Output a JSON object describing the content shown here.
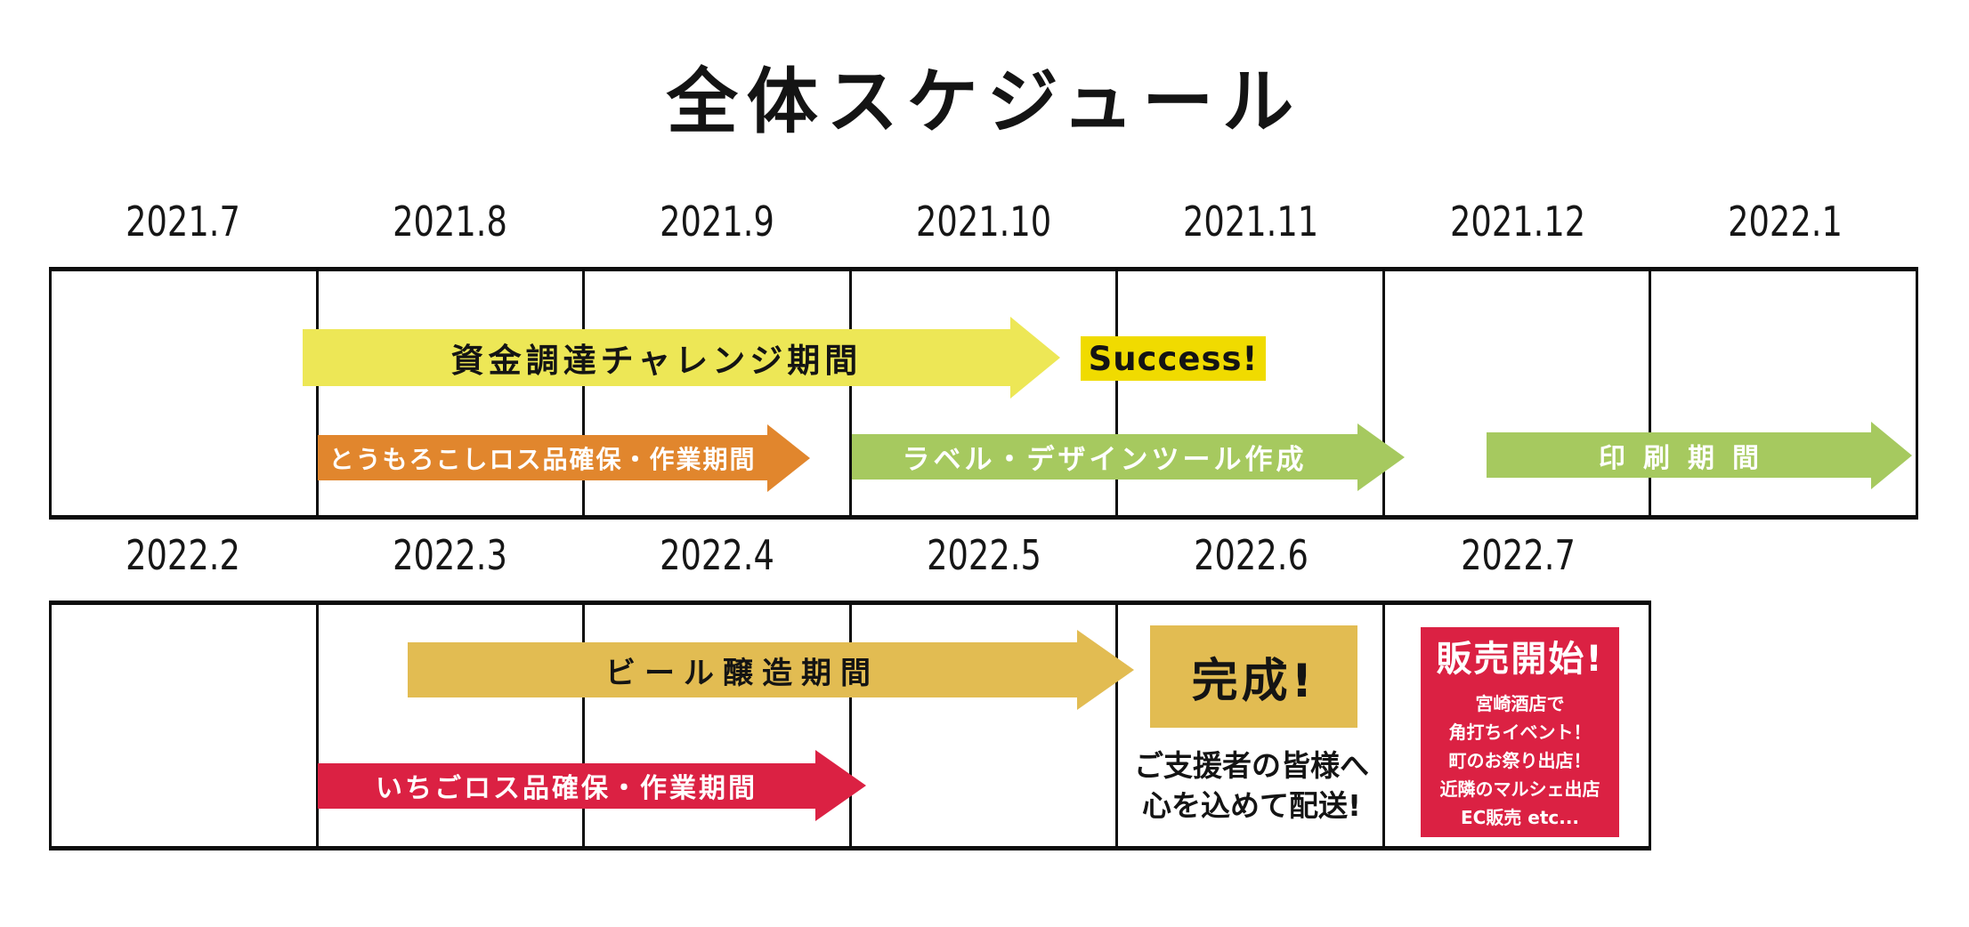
{
  "title": "全体スケジュール",
  "colors": {
    "pale_yellow_arrow": "#EDE756",
    "bright_yellow_badge": "#F0DB00",
    "orange_arrow": "#E1862D",
    "green_arrow": "#A6C95F",
    "gold_arrow_and_badge": "#E2BC52",
    "red_arrow_and_card": "#DB2143",
    "text_dark": "#141414",
    "text_light": "#FFFFFF",
    "grid_border": "#0D0D0D"
  },
  "timeline1": {
    "months": [
      "2021.7",
      "2021.8",
      "2021.9",
      "2021.10",
      "2021.11",
      "2021.12",
      "2022.1"
    ],
    "fundraising_arrow": "資金調達チャレンジ期間",
    "success_badge": "Success!",
    "corn_arrow": "とうもろこしロス品確保・作業期間",
    "label_design_arrow": "ラベル・デザインツール作成",
    "printing_arrow": "印刷期間"
  },
  "timeline2": {
    "months": [
      "2022.2",
      "2022.3",
      "2022.4",
      "2022.5",
      "2022.6",
      "2022.7"
    ],
    "brewing_arrow": "ビール醸造期間",
    "strawberry_arrow": "いちごロス品確保・作業期間",
    "completion_badge": "完成!",
    "delivery_note_line1": "ご支援者の皆様へ",
    "delivery_note_line2": "心を込めて配送!",
    "sales_card": {
      "title": "販売開始!",
      "lines": [
        "宮崎酒店で",
        "角打ちイベント！",
        "町のお祭り出店！",
        "近隣のマルシェ出店",
        "EC販売 etc..."
      ]
    }
  }
}
